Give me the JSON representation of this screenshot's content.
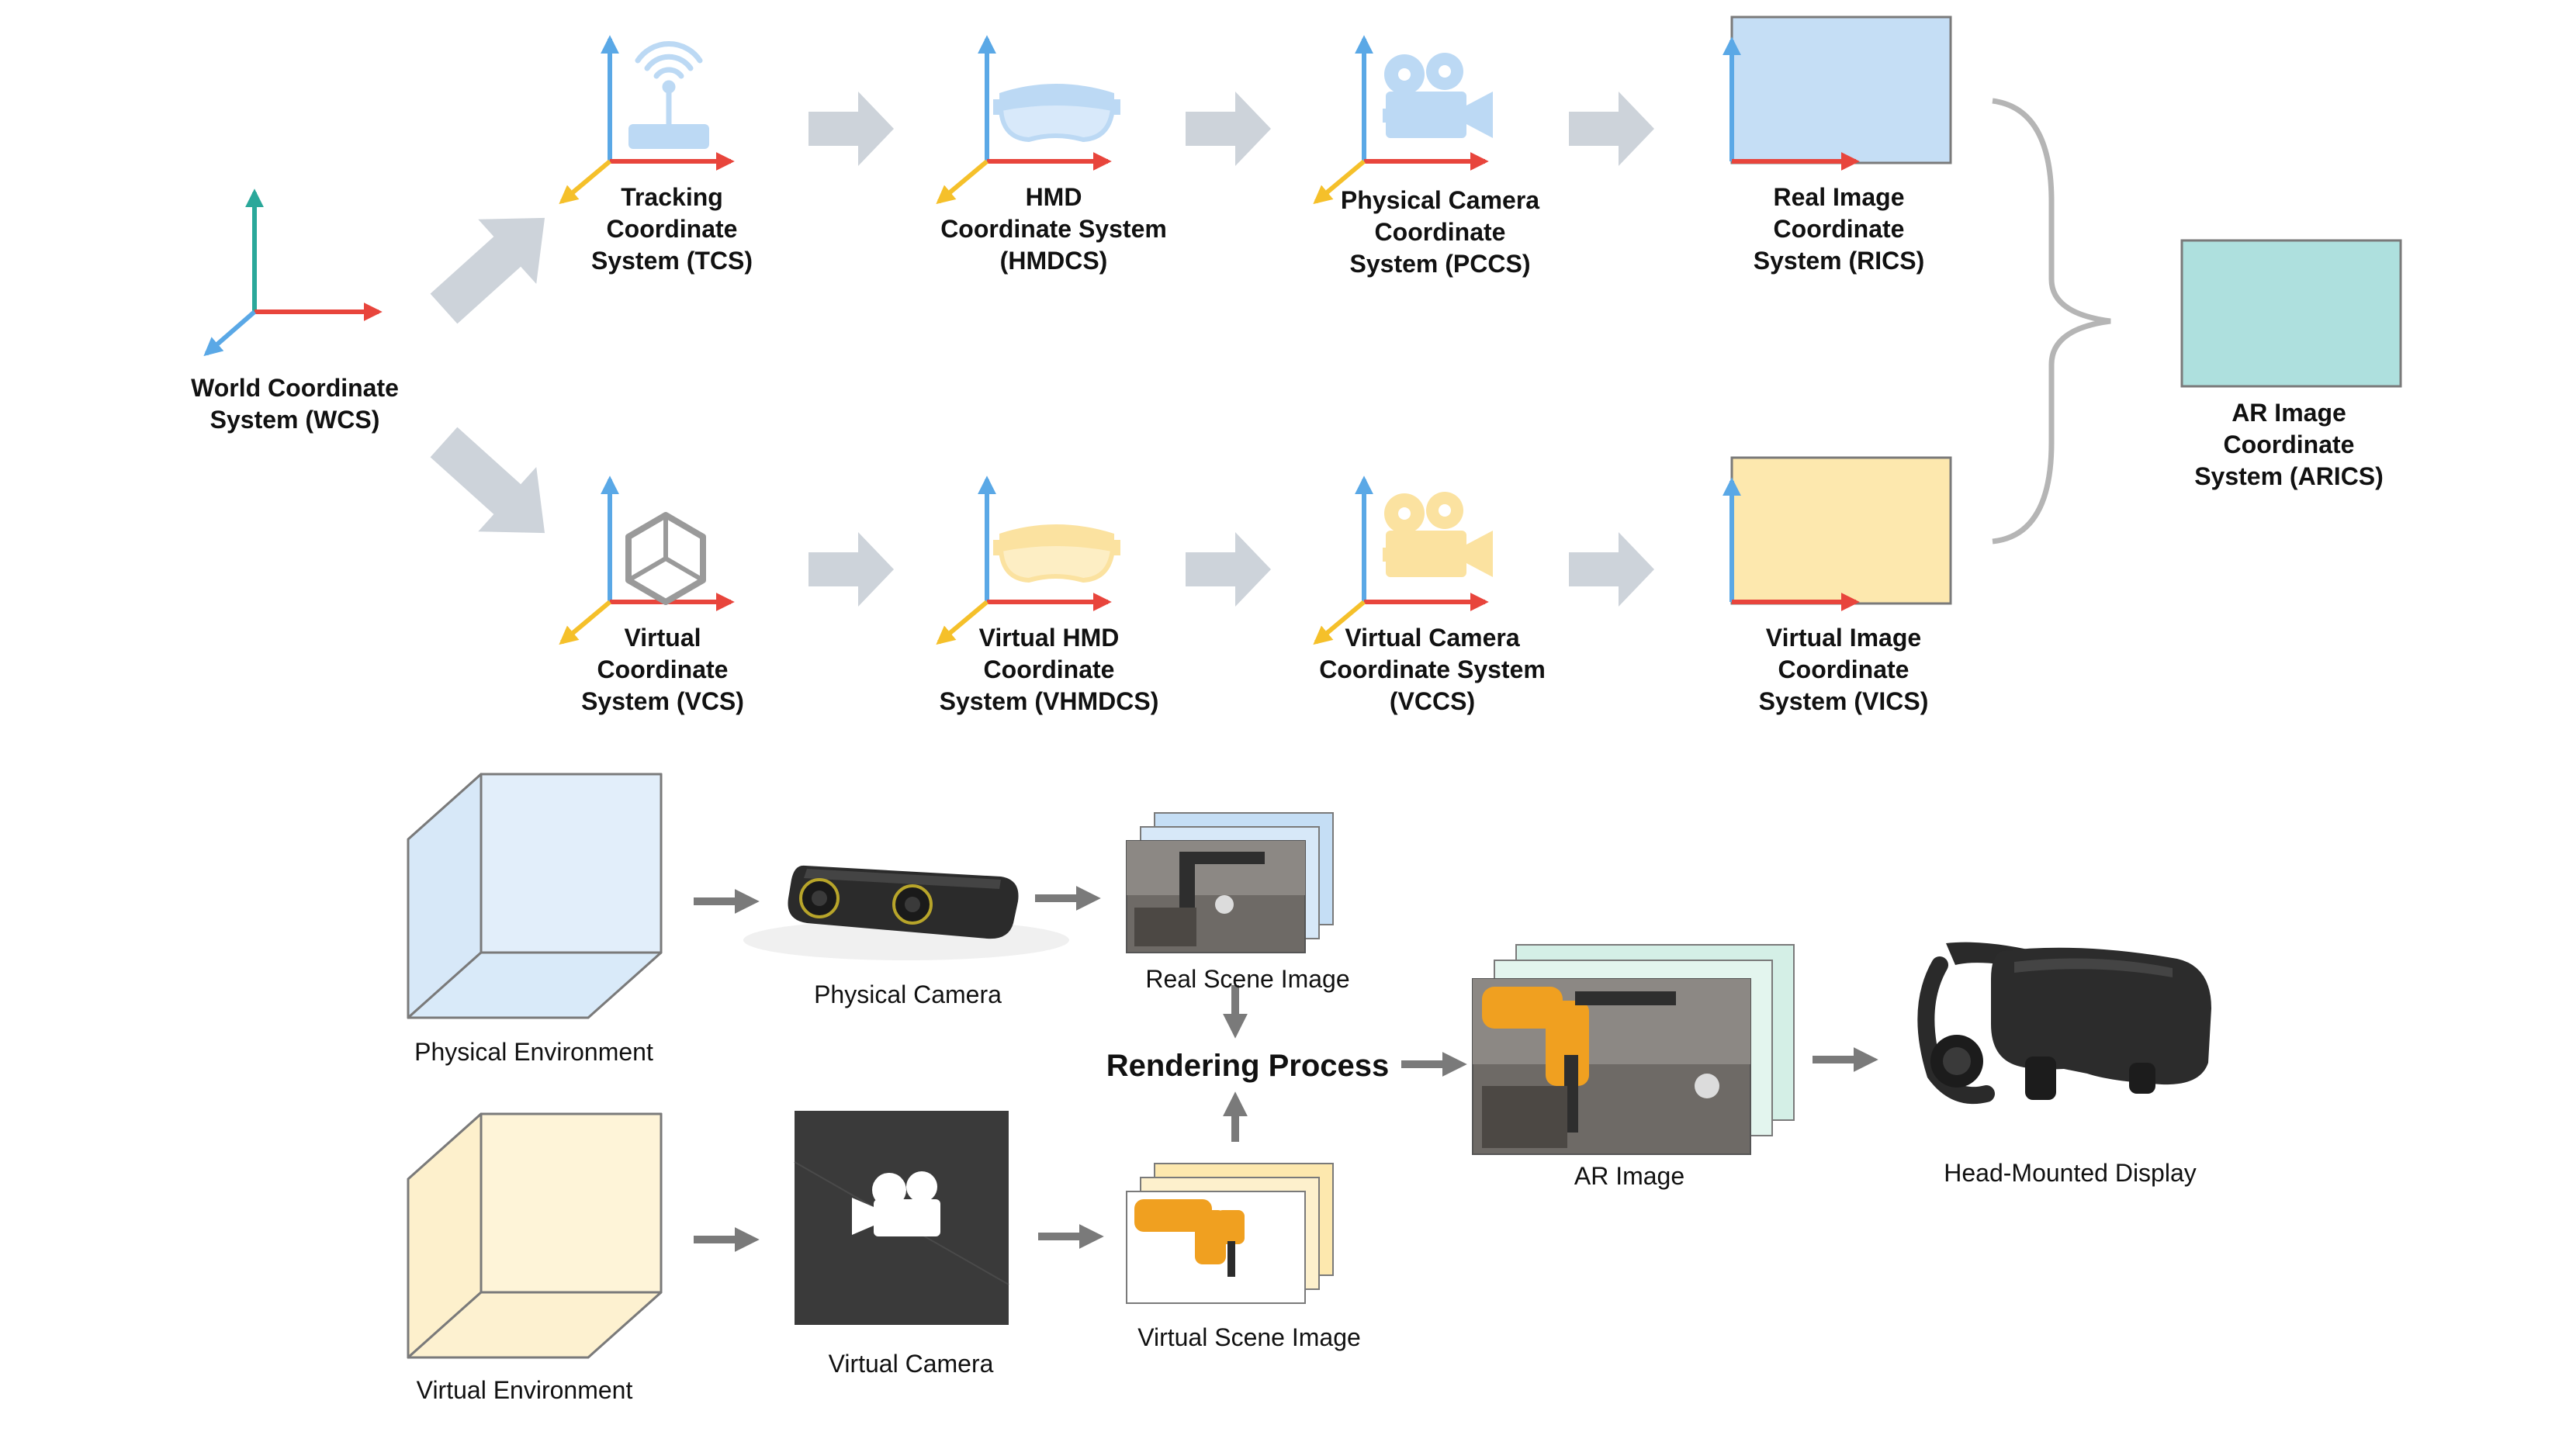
{
  "colors": {
    "x_axis": "#e8453c",
    "y_axis": "#5aa8e6",
    "z_axis": "#f5c02a",
    "wcs_y_axis": "#2aa89a",
    "flow_arrow": "#cdd3da",
    "physical_fill": "#c5def5",
    "virtual_fill": "#fde8ae",
    "ar_fill": "#aee0de",
    "brace": "#b5b5b5",
    "small_arrow": "#7a7a7a",
    "physical_icon": "#bcd9f4",
    "virtual_icon": "#fbe2a0",
    "unity_icon": "#9a9a9a",
    "camera_body": "#2b2b2b",
    "headset_body": "#2a2a2a",
    "robot_orange": "#f0a020"
  },
  "coordinate_systems": {
    "wcs": [
      "World Coordinate",
      "System (WCS)"
    ],
    "tcs": [
      "Tracking",
      "Coordinate",
      "System (TCS)"
    ],
    "hmdcs": [
      "HMD",
      "Coordinate System",
      "(HMDCS)"
    ],
    "pccs": [
      "Physical Camera",
      "Coordinate",
      "System (PCCS)"
    ],
    "rics": [
      "Real Image",
      "Coordinate",
      "System (RICS)"
    ],
    "vcs": [
      "Virtual",
      "Coordinate",
      "System (VCS)"
    ],
    "vhmdcs": [
      "Virtual HMD",
      "Coordinate",
      "System (VHMDCS)"
    ],
    "vccs": [
      "Virtual Camera",
      "Coordinate System",
      "(VCCS)"
    ],
    "vics": [
      "Virtual Image",
      "Coordinate",
      "System (VICS)"
    ],
    "arics": [
      "AR Image",
      "Coordinate",
      "System (ARICS)"
    ]
  },
  "pipeline": {
    "physical_environment": "Physical Environment",
    "physical_camera": "Physical Camera",
    "real_scene_image": "Real Scene Image",
    "rendering_process": "Rendering Process",
    "ar_image": "AR Image",
    "head_mounted_display": "Head-Mounted Display",
    "virtual_environment": "Virtual Environment",
    "virtual_camera": "Virtual Camera",
    "virtual_scene_image": "Virtual Scene Image"
  },
  "icons": {
    "tracking": "wifi-router-icon",
    "hmd": "hmd-glasses-icon",
    "physical_camera": "movie-camera-icon",
    "unity": "unity-logo-icon",
    "virtual_hmd": "hmd-glasses-icon",
    "virtual_camera": "movie-camera-icon"
  }
}
